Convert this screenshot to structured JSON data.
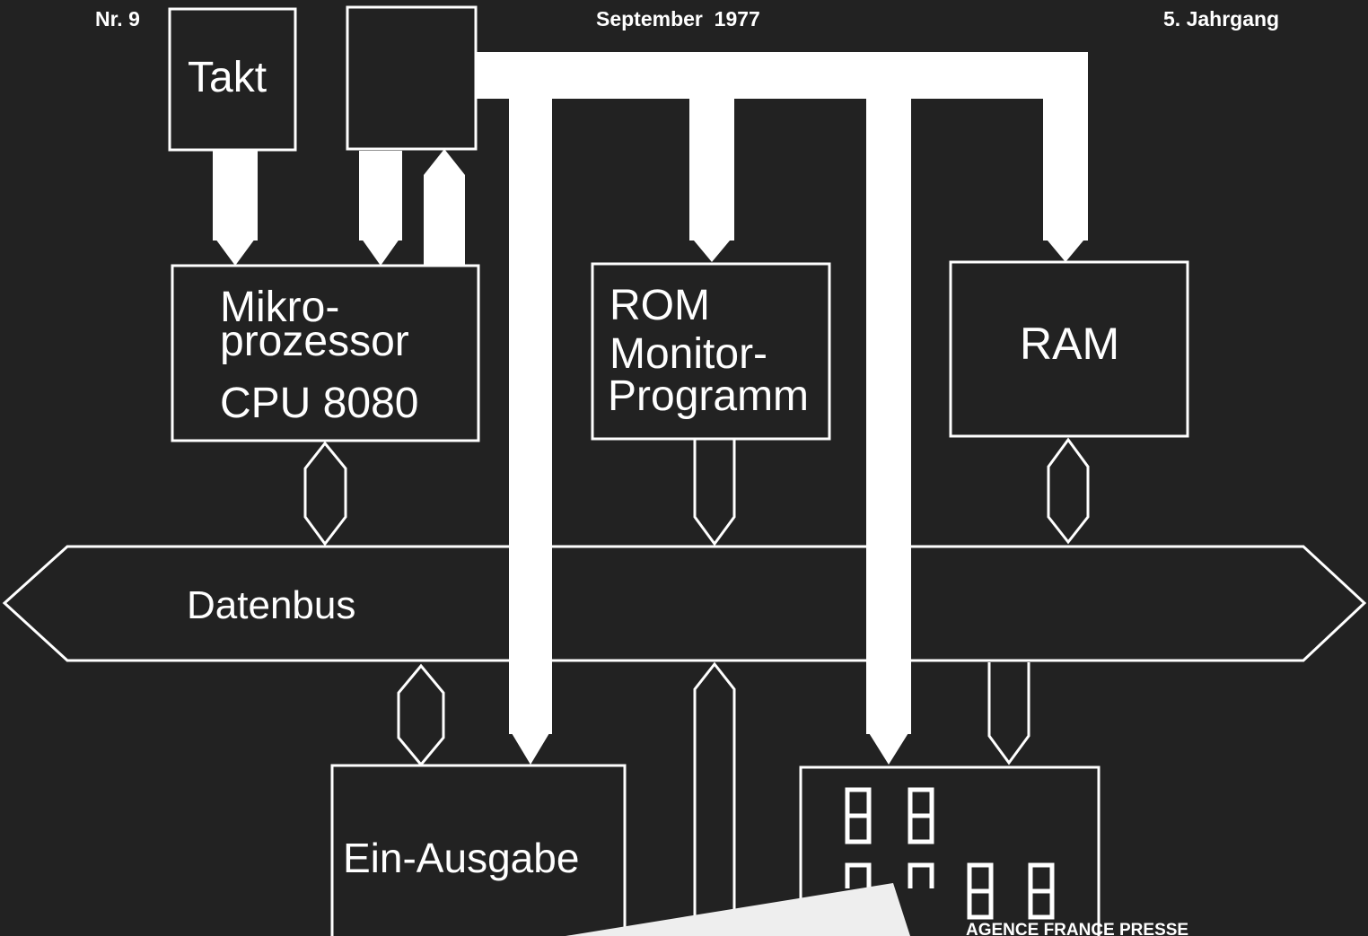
{
  "header": {
    "issue": "Nr. 9",
    "date": "September  1977",
    "volume": "5. Jahrgang"
  },
  "blocks": {
    "clock": "Takt",
    "cpu_line1": "Mikro-",
    "cpu_line2": "prozessor",
    "cpu_line3": "CPU 8080",
    "rom_line1": "ROM",
    "rom_line2": "Monitor-",
    "rom_line3": "Programm",
    "ram": "RAM",
    "io": "Ein-Ausgabe"
  },
  "bus": {
    "data_bus": "Datenbus"
  },
  "footer": {
    "credit": "AGENCE FRANCE PRESSE"
  },
  "colors": {
    "background": "#222222",
    "lines": "#ffffff"
  }
}
